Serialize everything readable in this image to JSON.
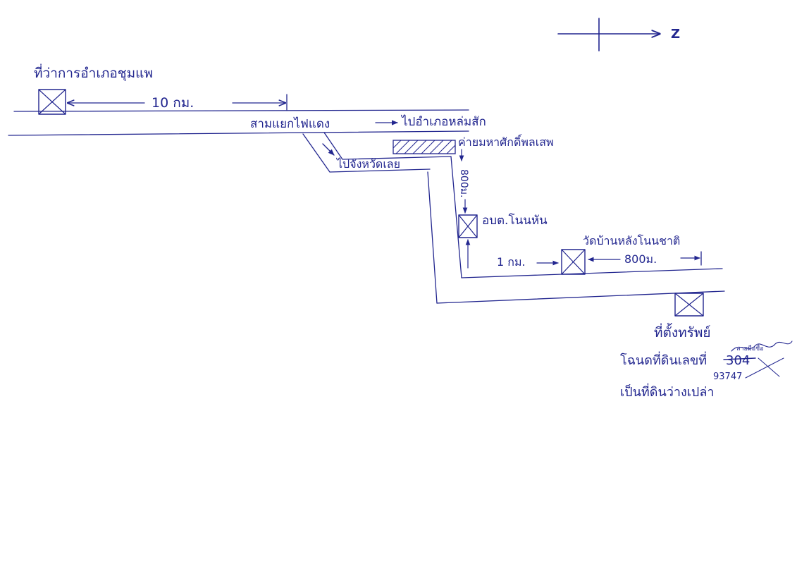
{
  "ink_color": "#22268f",
  "compass": {
    "label": "Z"
  },
  "labels": {
    "district_office": "ที่ว่าการอำเภอชุมแพ",
    "distance_10km": "10 กม.",
    "traffic_light_junction": "สามแยกไฟแดง",
    "to_lom_sak": "ไปอำเภอหล่มสัก",
    "camp": "ค่ายมหาศักดิ์พลเสพ",
    "to_loei": "ไปจังหวัดเลย",
    "distance_800m_vertical": "800ม.",
    "sao": "อบต.โนนหัน",
    "temple": "วัดบ้านหลังโนนชาติ",
    "distance_1km": "1 กม.",
    "distance_800m": "800ม.",
    "property_location": "ที่ตั้งทรัพย์",
    "title_deed": "โฉนดที่ดินเลขที่",
    "deed_number_struck": "304",
    "deed_number_corrected": "93747",
    "signature": "ลายมือชื่อ",
    "land_type": "เป็นที่ดินว่างเปล่า"
  }
}
